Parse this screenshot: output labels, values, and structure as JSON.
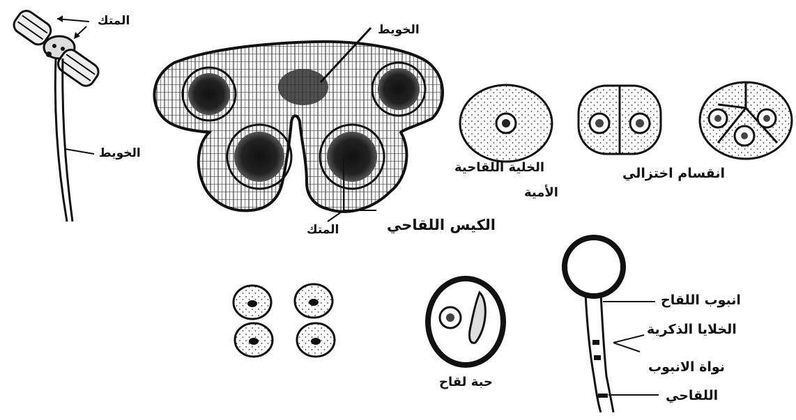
{
  "labels": {
    "anther_top": "المتك",
    "filament_left": "الخويط",
    "filament_top": "الخويط",
    "anther_bottom": "المتك",
    "pollen_sac": "الكيس اللقاحي",
    "mother_cell_line1": "الخلية اللقاحية",
    "mother_cell_line2": "الأمية",
    "meiosis": "انقسام اختزالي",
    "pollen_grain": "حبة لقاح",
    "pollen_tube": "انبوب اللقاح",
    "male_cells": "الخلايا الذكرية",
    "tube_nucleus_line1": "نواة الانبوب",
    "tube_nucleus_line2": "اللقاحي"
  }
}
